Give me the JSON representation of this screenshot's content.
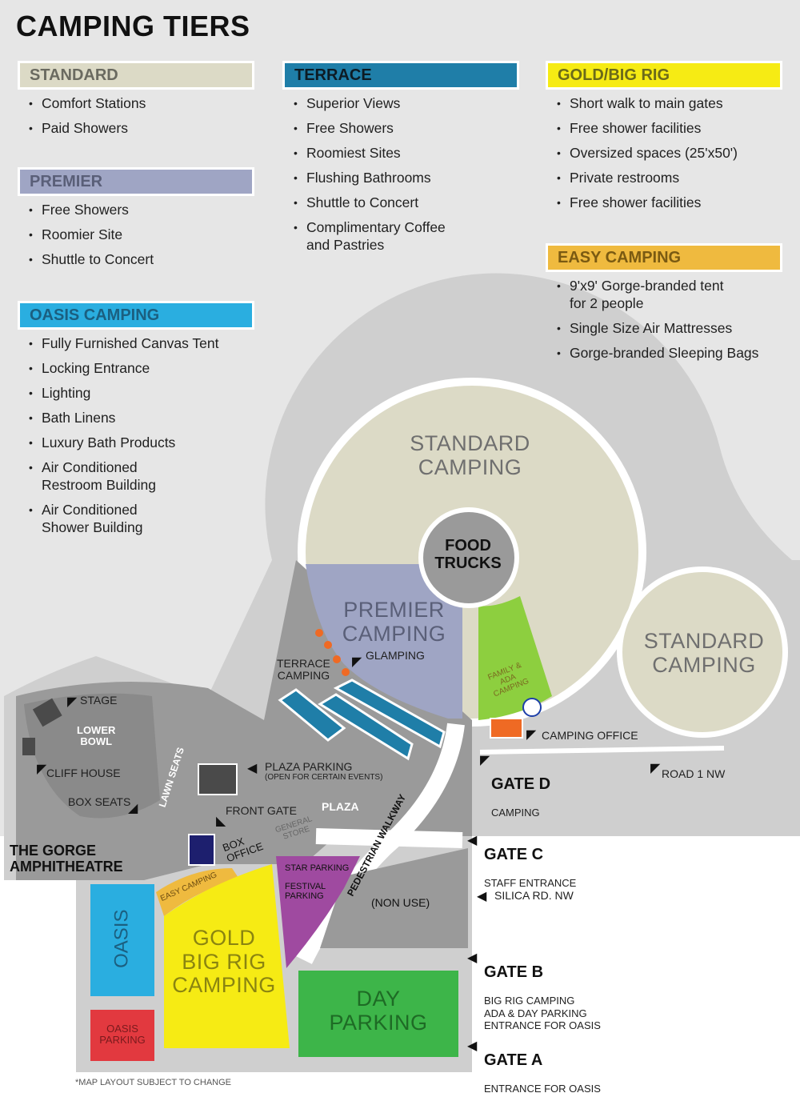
{
  "title": "CAMPING TIERS",
  "tiers": [
    {
      "name": "STANDARD",
      "color": "#dcdac6",
      "text_color": "#6a6a60",
      "items": [
        "Comfort Stations",
        "Paid Showers"
      ]
    },
    {
      "name": "PREMIER",
      "color": "#9fa5c4",
      "text_color": "#5a5f78",
      "items": [
        "Free Showers",
        "Roomier Site",
        "Shuttle to Concert"
      ]
    },
    {
      "name": "OASIS CAMPING",
      "color": "#2aaee0",
      "text_color": "#1b5f80",
      "items": [
        "Fully Furnished Canvas Tent",
        "Locking Entrance",
        "Lighting",
        "Bath Linens",
        "Luxury Bath Products",
        "Air Conditioned\nRestroom Building",
        "Air Conditioned\nShower Building"
      ]
    },
    {
      "name": "TERRACE",
      "color": "#1f7ea8",
      "text_color": "#0d1b24",
      "items": [
        "Superior Views",
        "Free Showers",
        "Roomiest Sites",
        "Flushing Bathrooms",
        "Shuttle to Concert",
        "Complimentary Coffee\nand Pastries"
      ]
    },
    {
      "name": "GOLD/BIG RIG",
      "color": "#f6eb14",
      "text_color": "#6b6a1a",
      "items": [
        "Short walk to main gates",
        "Free shower facilities",
        "Oversized spaces (25'x50')",
        "Private restrooms",
        "Free shower facilities"
      ]
    },
    {
      "name": "EASY CAMPING",
      "color": "#efba3f",
      "text_color": "#7a5a12",
      "items": [
        "9'x9' Gorge-branded tent\nfor 2 people",
        "Single Size Air Mattresses",
        "Gorge-branded Sleeping Bags"
      ]
    }
  ],
  "map": {
    "standard_camping_main": "STANDARD\nCAMPING",
    "standard_camping_east": "STANDARD\nCAMPING",
    "food_trucks": "FOOD\nTRUCKS",
    "premier_camping": "PREMIER\nCAMPING",
    "glamping": "GLAMPING",
    "terrace_camping": "TERRACE\nCAMPING",
    "family_ada": "FAMILY &\nADA\nCAMPING",
    "camping_office": "CAMPING OFFICE",
    "road_1nw": "ROAD 1 NW",
    "stage": "STAGE",
    "lower_bowl": "LOWER\nBOWL",
    "cliff_house": "CLIFF HOUSE",
    "lawn_seats": "LAWN SEATS",
    "box_seats": "BOX SEATS",
    "plaza_parking": "PLAZA PARKING",
    "plaza_parking_note": "(OPEN FOR CERTAIN EVENTS)",
    "front_gate": "FRONT GATE",
    "plaza": "PLAZA",
    "general_store": "GENERAL\nSTORE",
    "box_office": "BOX\nOFFICE",
    "gorge_amphitheatre": "THE GORGE\nAMPHITHEATRE",
    "pedestrian_walkway": "PEDESTRIAN WALKWAY",
    "star_parking": "STAR PARKING",
    "festival_parking": "FESTIVAL\nPARKING",
    "non_use": "(NON USE)",
    "easy_camping": "EASY CAMPING",
    "oasis": "OASIS",
    "gold_big_rig": "GOLD\nBIG RIG\nCAMPING",
    "day_parking": "DAY\nPARKING",
    "oasis_parking": "OASIS\nPARKING",
    "silica_rd": "SILICA RD. NW",
    "footnote": "*MAP LAYOUT SUBJECT TO CHANGE"
  },
  "gates": [
    {
      "id": "D",
      "name": "GATE D",
      "desc": "CAMPING"
    },
    {
      "id": "C",
      "name": "GATE C",
      "desc": "STAFF ENTRANCE"
    },
    {
      "id": "B",
      "name": "GATE B",
      "desc": "BIG RIG CAMPING\nADA & DAY PARKING\nENTRANCE FOR OASIS"
    },
    {
      "id": "A",
      "name": "GATE A",
      "desc": "ENTRANCE FOR OASIS"
    }
  ],
  "colors": {
    "background_gray": "#e6e6e6",
    "road_gray": "#cfcfcf",
    "ground_gray": "#9a9a9a",
    "standard": "#dcdac6",
    "premier": "#9fa5c4",
    "terrace": "#1f7ea8",
    "family_ada": "#8dcf3f",
    "oasis": "#2aaee0",
    "gold": "#f6eb14",
    "easy": "#efba3f",
    "festival": "#9f4aa0",
    "day_parking": "#3db549",
    "oasis_parking": "#e2393f",
    "office_orange": "#ef6a24",
    "dark": "#4a4a4a",
    "navy": "#1d1f6e"
  }
}
